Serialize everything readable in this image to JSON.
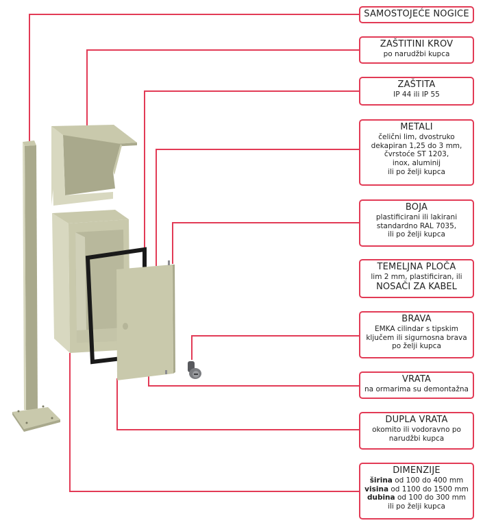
{
  "colors": {
    "leader": "#e23a55",
    "metal": "#c9c9ac",
    "metal_dark": "#a9a98c",
    "metal_light": "#d8d8c0",
    "gasket": "#1a1a1a",
    "lock": "#6d6f73"
  },
  "components": [
    {
      "name": "pole",
      "label": "samostojeca-noga"
    },
    {
      "name": "roof",
      "label": "zastitni-krov"
    },
    {
      "name": "cabinet",
      "label": "ormar"
    },
    {
      "name": "gasket",
      "label": "brtva"
    },
    {
      "name": "door",
      "label": "vrata"
    },
    {
      "name": "lock",
      "label": "brava"
    }
  ],
  "callouts": {
    "nogice": {
      "title": "SAMOSTOJEĆE NOGICE"
    },
    "krov": {
      "title": "ZAŠTITINI KROV",
      "lines": [
        "po narudžbi kupca"
      ]
    },
    "zastita": {
      "title": "ZAŠTITA",
      "lines": [
        "IP 44 ili IP 55"
      ]
    },
    "metali": {
      "title": "METALI",
      "lines": [
        "čelični lim, dvostruko",
        "dekapiran 1,25 do 3 mm,",
        "čvrstoće ST 1203,",
        "inox, aluminij",
        "ili po želji kupca"
      ]
    },
    "boja": {
      "title": "BOJA",
      "lines": [
        "plastificirani ili lakirani",
        "standardno RAL 7035,",
        "ili po želji kupca"
      ]
    },
    "temeljna": {
      "title": "TEMELJNA PLOČA",
      "lines": [
        "lim 2 mm, plastificiran, ili"
      ],
      "title2": "NOSAČI ZA KABEL"
    },
    "brava": {
      "title": "BRAVA",
      "lines": [
        "EMKA cilindar s tipskim",
        "ključem ili sigurnosna brava",
        "po želji kupca"
      ]
    },
    "vrata": {
      "title": "VRATA",
      "lines": [
        "na ormarima su demontažna"
      ]
    },
    "dupla": {
      "title": "DUPLA VRATA",
      "lines": [
        "okomito ili vodoravno po",
        "narudžbi kupca"
      ]
    },
    "dimenzije": {
      "title": "DIMENZIJE",
      "rows": [
        {
          "key": "širina",
          "value": "od 100 do 400 mm"
        },
        {
          "key": "visina",
          "value": "od 1100 do 1500 mm"
        },
        {
          "key": "dubina",
          "value": "od 100 do 300 mm"
        }
      ],
      "footer": "ili po želji kupca"
    }
  }
}
